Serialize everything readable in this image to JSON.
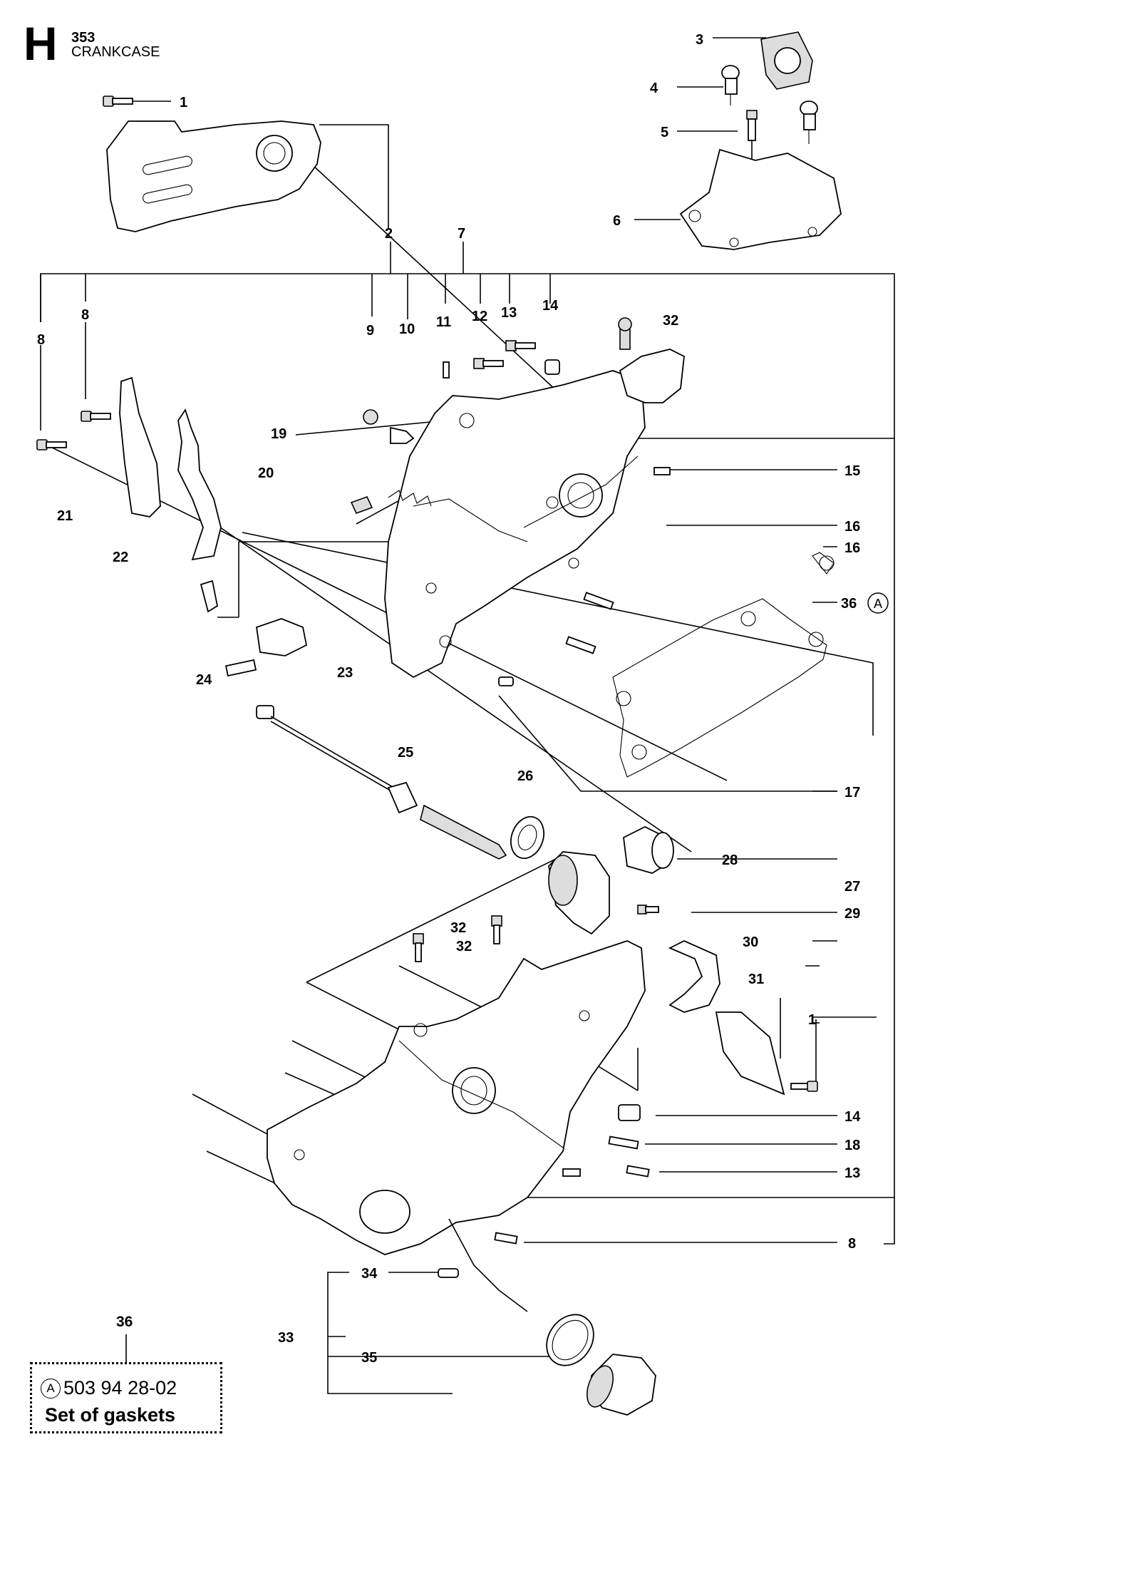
{
  "header": {
    "section_letter": "H",
    "model": "353",
    "title": "CRANKCASE"
  },
  "callouts": {
    "c1_top": "1",
    "c2": "2",
    "c3": "3",
    "c4": "4",
    "c5": "5",
    "c6": "6",
    "c7": "7",
    "c8_a": "8",
    "c8_b": "8",
    "c9": "9",
    "c10": "10",
    "c11": "11",
    "c12": "12",
    "c13_top": "13",
    "c14_top": "14",
    "c32_a": "32",
    "c19": "19",
    "c20": "20",
    "c15": "15",
    "c16_a": "16",
    "c16_b": "16",
    "c21": "21",
    "c22": "22",
    "c36_ref": "36",
    "c24": "24",
    "c23": "23",
    "c25": "25",
    "c26": "26",
    "c17": "17",
    "c28": "28",
    "c27": "27",
    "c29": "29",
    "c32_b": "32",
    "c32_c": "32",
    "c30": "30",
    "c31": "31",
    "c1_bottom": "1",
    "c14_bottom": "14",
    "c18": "18",
    "c13_bottom": "13",
    "c8_bottom": "8",
    "c34": "34",
    "c33": "33",
    "c35": "35"
  },
  "marker_a": "A",
  "kit": {
    "ref_number": "36",
    "marker": "A",
    "part_number": "503 94 28-02",
    "description": "Set of gaskets"
  }
}
